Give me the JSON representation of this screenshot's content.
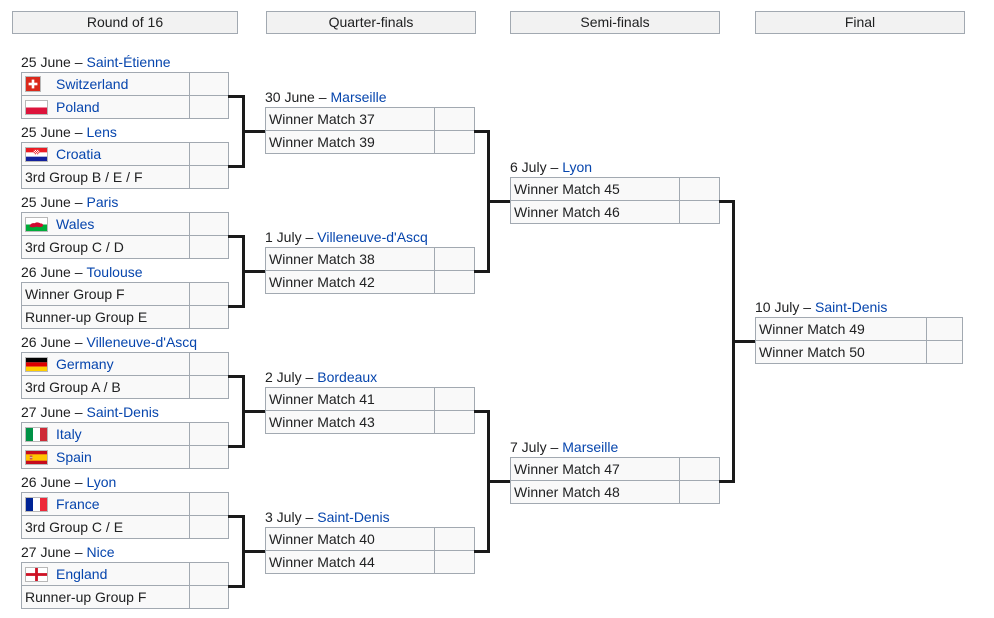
{
  "colors": {
    "link_blue": "#0645ad",
    "row_bg": "#f9f9f9",
    "row_border": "#a2a9b1",
    "header_bg": "#f2f2f2",
    "connector": "#1a1a1a",
    "text": "#202122"
  },
  "headers": [
    "Round of 16",
    "Quarter-finals",
    "Semi-finals",
    "Final"
  ],
  "r16": [
    {
      "date": "25 June –",
      "city": "Saint-Étienne",
      "team1": "Switzerland",
      "team1_flag": "switzerland",
      "score1": "",
      "team2": "Poland",
      "team2_flag": "poland",
      "score2": ""
    },
    {
      "date": "25 June –",
      "city": "Lens",
      "team1": "Croatia",
      "team1_flag": "croatia",
      "score1": "",
      "team2": "3rd Group B / E / F",
      "score2": ""
    },
    {
      "date": "25 June –",
      "city": "Paris",
      "team1": "Wales",
      "team1_flag": "wales",
      "score1": "",
      "team2": "3rd Group C / D",
      "score2": ""
    },
    {
      "date": "26 June –",
      "city": "Toulouse",
      "team1": "Winner Group F",
      "score1": "",
      "team2": "Runner-up Group E",
      "score2": ""
    },
    {
      "date": "26 June –",
      "city": "Villeneuve-d'Ascq",
      "team1": "Germany",
      "team1_flag": "germany",
      "score1": "",
      "team2": "3rd Group A / B",
      "score2": ""
    },
    {
      "date": "27 June –",
      "city": "Saint-Denis",
      "team1": "Italy",
      "team1_flag": "italy",
      "score1": "",
      "team2": "Spain",
      "team2_flag": "spain",
      "score2": ""
    },
    {
      "date": "26 June –",
      "city": "Lyon",
      "team1": "France",
      "team1_flag": "france",
      "score1": "",
      "team2": "3rd Group C / E",
      "score2": ""
    },
    {
      "date": "27 June –",
      "city": "Nice",
      "team1": "England",
      "team1_flag": "england",
      "score1": "",
      "team2": "Runner-up Group F",
      "score2": ""
    }
  ],
  "qf": [
    {
      "date": "30 June –",
      "city": "Marseille",
      "team1": "Winner Match 37",
      "score1": "",
      "team2": "Winner Match 39",
      "score2": ""
    },
    {
      "date": "1 July –",
      "city": "Villeneuve-d'Ascq",
      "team1": "Winner Match 38",
      "score1": "",
      "team2": "Winner Match 42",
      "score2": ""
    },
    {
      "date": "2 July –",
      "city": "Bordeaux",
      "team1": "Winner Match 41",
      "score1": "",
      "team2": "Winner Match 43",
      "score2": ""
    },
    {
      "date": "3 July –",
      "city": "Saint-Denis",
      "team1": "Winner Match 40",
      "score1": "",
      "team2": "Winner Match 44",
      "score2": ""
    }
  ],
  "sf": [
    {
      "date": "6 July –",
      "city": "Lyon",
      "team1": "Winner Match 45",
      "score1": "",
      "team2": "Winner Match 46",
      "score2": ""
    },
    {
      "date": "7 July –",
      "city": "Marseille",
      "team1": "Winner Match 47",
      "score1": "",
      "team2": "Winner Match 48",
      "score2": ""
    }
  ],
  "final": [
    {
      "date": "10 July –",
      "city": "Saint-Denis",
      "team1": "Winner Match 49",
      "score1": "",
      "team2": "Winner Match 50",
      "score2": ""
    }
  ]
}
